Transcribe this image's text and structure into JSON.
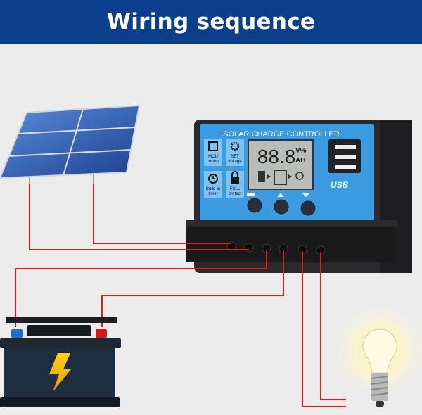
{
  "header": {
    "title": "Wiring sequence"
  },
  "controller": {
    "label": "SOLAR CHARGE CONTROLLER",
    "features": [
      {
        "icon": "chip-icon",
        "line1": "MCU",
        "line2": "control"
      },
      {
        "icon": "gear-icon",
        "line1": "SET",
        "line2": "voltage"
      },
      {
        "icon": "clock-icon",
        "line1": "Build-in",
        "line2": "timer"
      },
      {
        "icon": "lock-icon",
        "line1": "FULL",
        "line2": "protect"
      }
    ],
    "lcd": {
      "digits": "88.8",
      "unit1": "V%",
      "unit2": "AH"
    },
    "usb_label": "USB"
  },
  "colors": {
    "header": "#0b3f8c",
    "wire": "#d42020",
    "panel_face": "#3c9ae0"
  }
}
